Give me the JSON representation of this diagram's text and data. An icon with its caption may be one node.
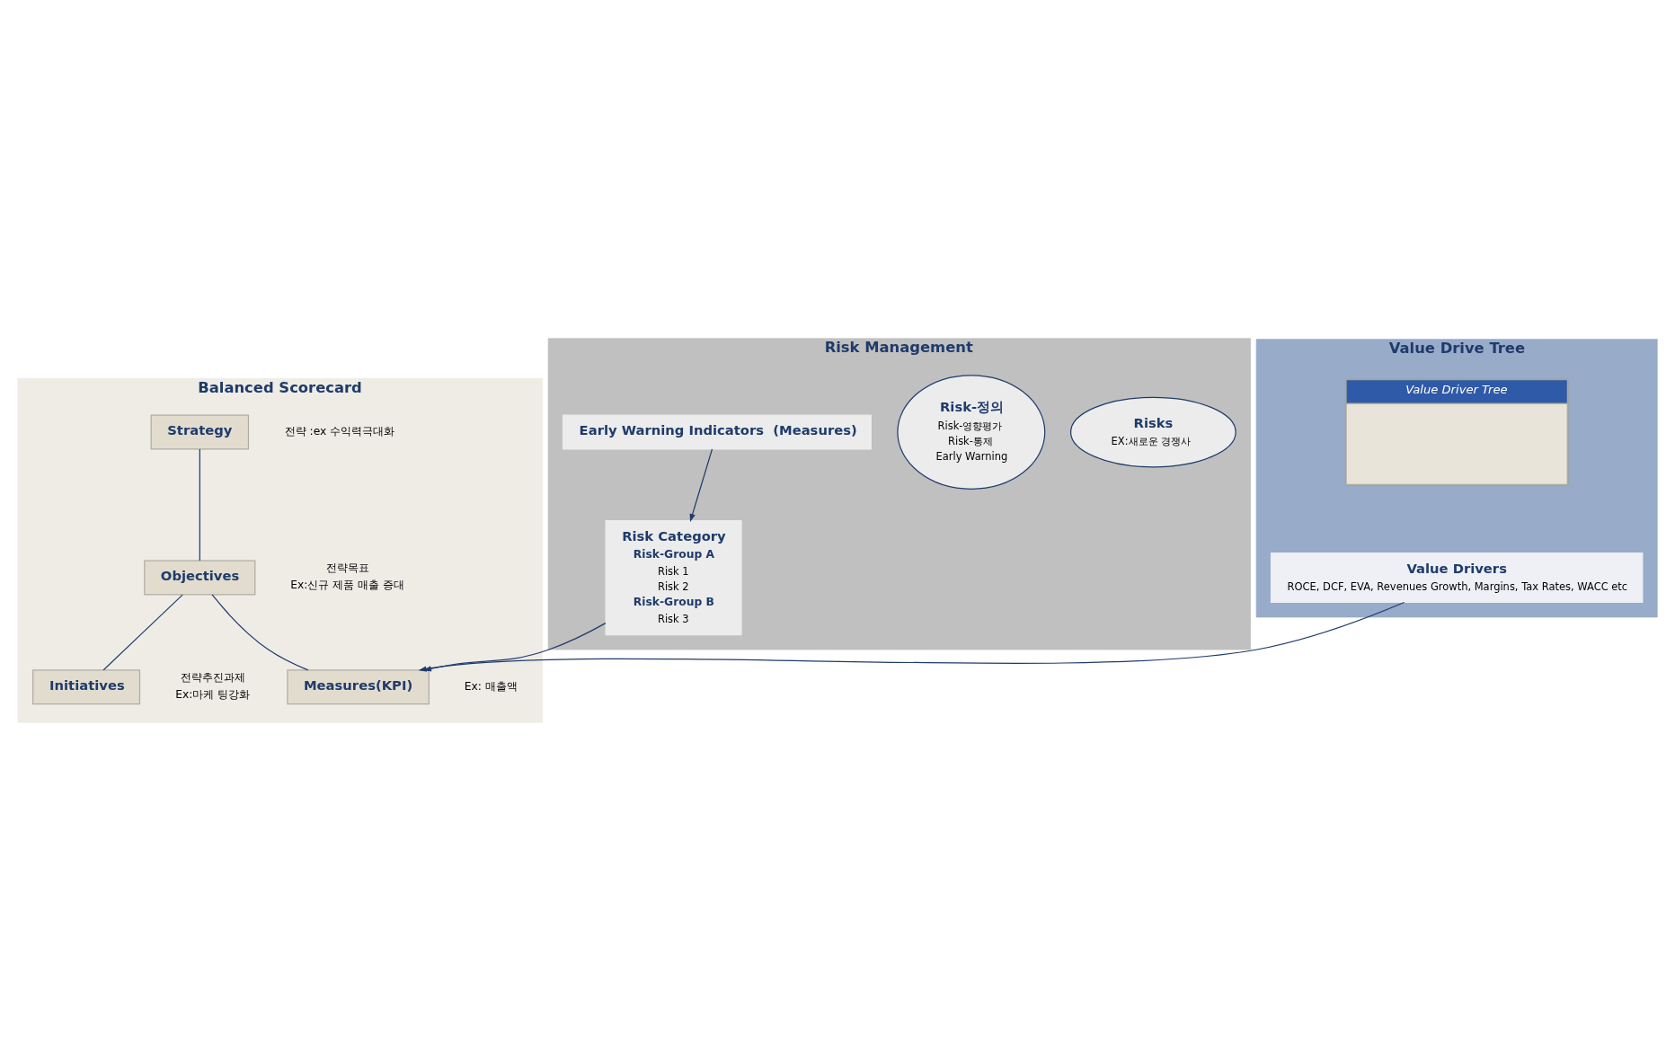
{
  "diagram": {
    "nodes": [
      {
        "text": [
          "Value Drive Tree"
        ]
      },
      {
        "text": [
          "Value Drivers",
          "ROCE, DCF, EVA, Revenues Growth, Margins, Tax Rates, WACC etc"
        ],
        "in": 0
      },
      {
        "text": [
          "Value Driver Tree"
        ],
        "in": 0
      },
      {
        "text": [
          "Balanced Scorecard"
        ]
      },
      {
        "text": [
          "Strategy"
        ],
        "in": 3,
        "beside": [
          "전략 :ex 수익력극대화"
        ]
      },
      {
        "text": [
          "Objectives"
        ],
        "in": 3,
        "beside": [
          "전략목표",
          "Ex:신규 제품 매출 증대"
        ]
      },
      {
        "text": [
          "Initiatives"
        ],
        "in": 3,
        "beside": [
          "전략추진과제",
          "Ex:마케 팅강화"
        ]
      },
      {
        "text": [
          "Measures(KPI)"
        ],
        "in": 3,
        "beside": [
          "Ex: 매출액"
        ]
      },
      {
        "text": [
          "Risk Management"
        ]
      },
      {
        "text": [
          "Risks",
          "EX:새로운 경쟁사"
        ],
        "in": 8
      },
      {
        "text": [
          "Risk-정의",
          "Risk-영향평가",
          "Risk-통제",
          "Early Warning"
        ],
        "in": 8
      },
      {
        "text": [
          "Risk Category",
          "Risk-Group A",
          "Risk 1",
          "Risk 2",
          "Risk-Group B",
          "Risk 3"
        ],
        "in": 8
      },
      {
        "text": [
          "Early Warning Indicators  (Measures)"
        ],
        "in": 8
      }
    ],
    "edges": [
      {
        "from": 4,
        "to": 5,
        "arrow": "none"
      },
      {
        "from": 5,
        "to": 6,
        "arrow": "none"
      },
      {
        "from": 5,
        "to": 7,
        "arrow": "none"
      },
      {
        "from": 1,
        "to": 7,
        "arrow": "to"
      },
      {
        "from": 11,
        "to": 7,
        "arrow": "to"
      },
      {
        "from": 12,
        "to": 11,
        "arrow": "to"
      }
    ]
  }
}
